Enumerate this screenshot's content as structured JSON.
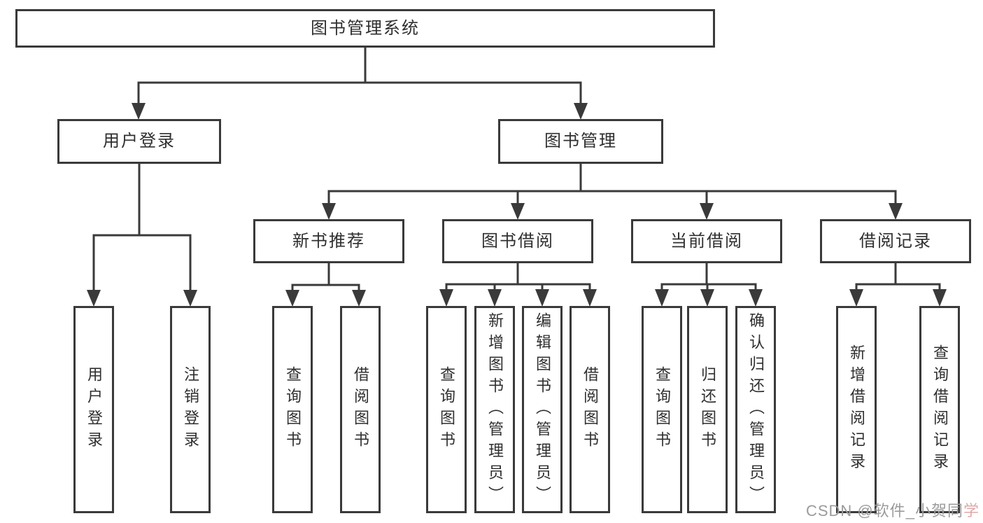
{
  "tree": {
    "label": "图书管理系统",
    "children": [
      {
        "label": "用户登录",
        "children": [
          {
            "label": "用户登录"
          },
          {
            "label": "注销登录"
          }
        ]
      },
      {
        "label": "图书管理",
        "children": [
          {
            "label": "新书推荐",
            "children": [
              {
                "label": "查询图书"
              },
              {
                "label": "借阅图书"
              }
            ]
          },
          {
            "label": "图书借阅",
            "children": [
              {
                "label": "查询图书"
              },
              {
                "label": "新增图书（管理员）"
              },
              {
                "label": "编辑图书（管理员）"
              },
              {
                "label": "借阅图书"
              }
            ]
          },
          {
            "label": "当前借阅",
            "children": [
              {
                "label": "查询图书"
              },
              {
                "label": "归还图书"
              },
              {
                "label": "确认归还（管理员）"
              }
            ]
          },
          {
            "label": "借阅记录",
            "children": [
              {
                "label": "新增借阅记录"
              },
              {
                "label": "查询借阅记录"
              }
            ]
          }
        ]
      }
    ]
  },
  "watermark": {
    "text": "CSDN @软件_小贺同学",
    "text_gray": "CSDN @软件_小贺同",
    "accent": "学"
  },
  "colors": {
    "line": "#3a3a3a",
    "box_border": "#3a3a3a",
    "text": "#2f2f2f",
    "background": "#ffffff",
    "watermark": "#9b9b9b",
    "watermark_accent": "#dfa8a8"
  }
}
